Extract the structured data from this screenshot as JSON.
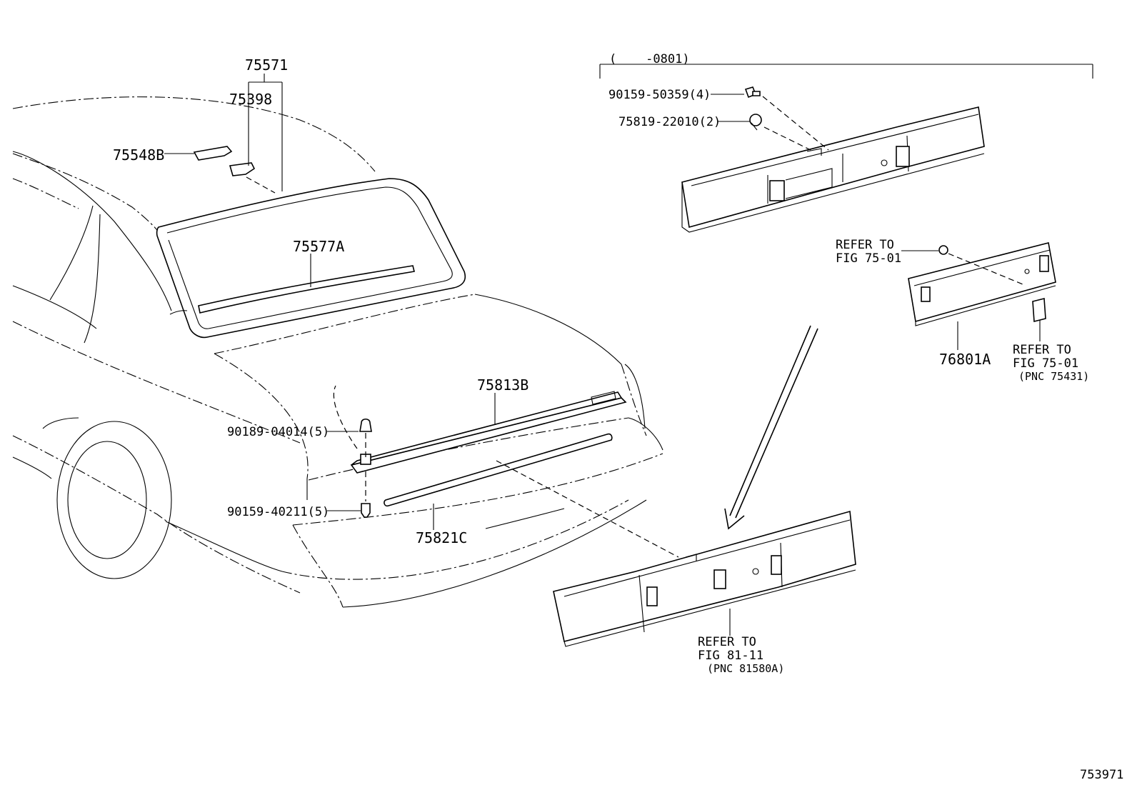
{
  "diagram": {
    "date_range": "(    -0801)",
    "labels": {
      "p75571": "75571",
      "p75398": "75398",
      "p75548B": "75548B",
      "p75577A": "75577A",
      "p75813B": "75813B",
      "p90189": "90189-04014(5)",
      "p90159_402": "90159-40211(5)",
      "p75821C": "75821C",
      "p90159_503": "90159-50359(4)",
      "p75819": "75819-22010(2)",
      "p76801A": "76801A",
      "ref1_l1": "REFER TO",
      "ref1_l2": "FIG 75-01",
      "ref2_l1": "REFER TO",
      "ref2_l2": "FIG 75-01",
      "ref2_l3": "(PNC 75431)",
      "ref3_l1": "REFER TO",
      "ref3_l2": "FIG 81-11",
      "ref3_l3": "(PNC 81580A)"
    },
    "figure_id": "753971"
  }
}
